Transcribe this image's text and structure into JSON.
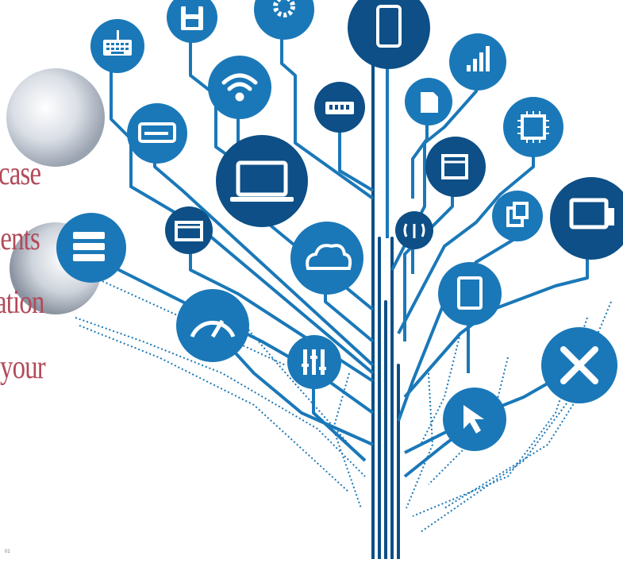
{
  "side_text": {
    "line1": "case",
    "line2": "lents",
    "line3": "ation",
    "line4": "your"
  },
  "corner_mark": "01",
  "colors": {
    "primary_blue": "#1a78b8",
    "dark_blue": "#0d4f86",
    "text_red": "#b24a5a",
    "globe_gray": "#c9cfd8"
  },
  "tree_icons": [
    "keyboard-icon",
    "floppy-disk-icon",
    "gear-icon",
    "smartphone-icon",
    "signal-bars-icon",
    "wifi-icon",
    "network-switch-icon",
    "sd-card-icon",
    "printer-icon",
    "cpu-chip-icon",
    "window-icon",
    "laptop-icon",
    "folder-icon",
    "sync-icon",
    "monitor-icon",
    "server-icon",
    "cloud-icon",
    "broadcast-icon",
    "tablet-icon",
    "speedometer-icon",
    "equalizer-icon",
    "tools-icon",
    "cursor-icon"
  ]
}
